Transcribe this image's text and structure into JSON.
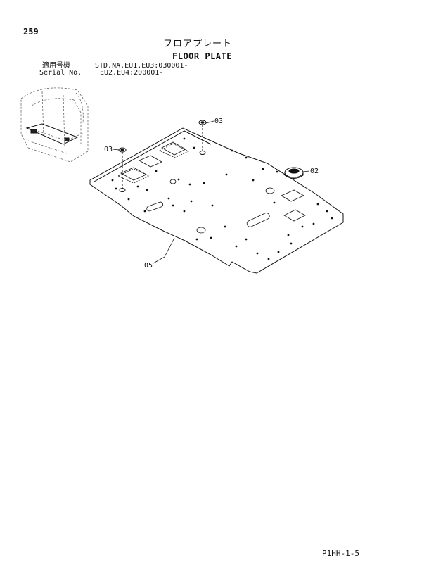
{
  "header": {
    "page_number": "259",
    "title_jp": "フロアプレート",
    "title_en": "FLOOR PLATE",
    "applicability_label": "適用号機",
    "applicability_line1": "STD.NA.EU1.EU3:030001-",
    "serial_label": "Serial No.",
    "applicability_line2": "EU2.EU4:200001-"
  },
  "callouts": {
    "grommet_top": "03",
    "grommet_left": "03",
    "cover": "02",
    "floor_plate": "05"
  },
  "footer": {
    "code": "P1HH-1-5"
  }
}
